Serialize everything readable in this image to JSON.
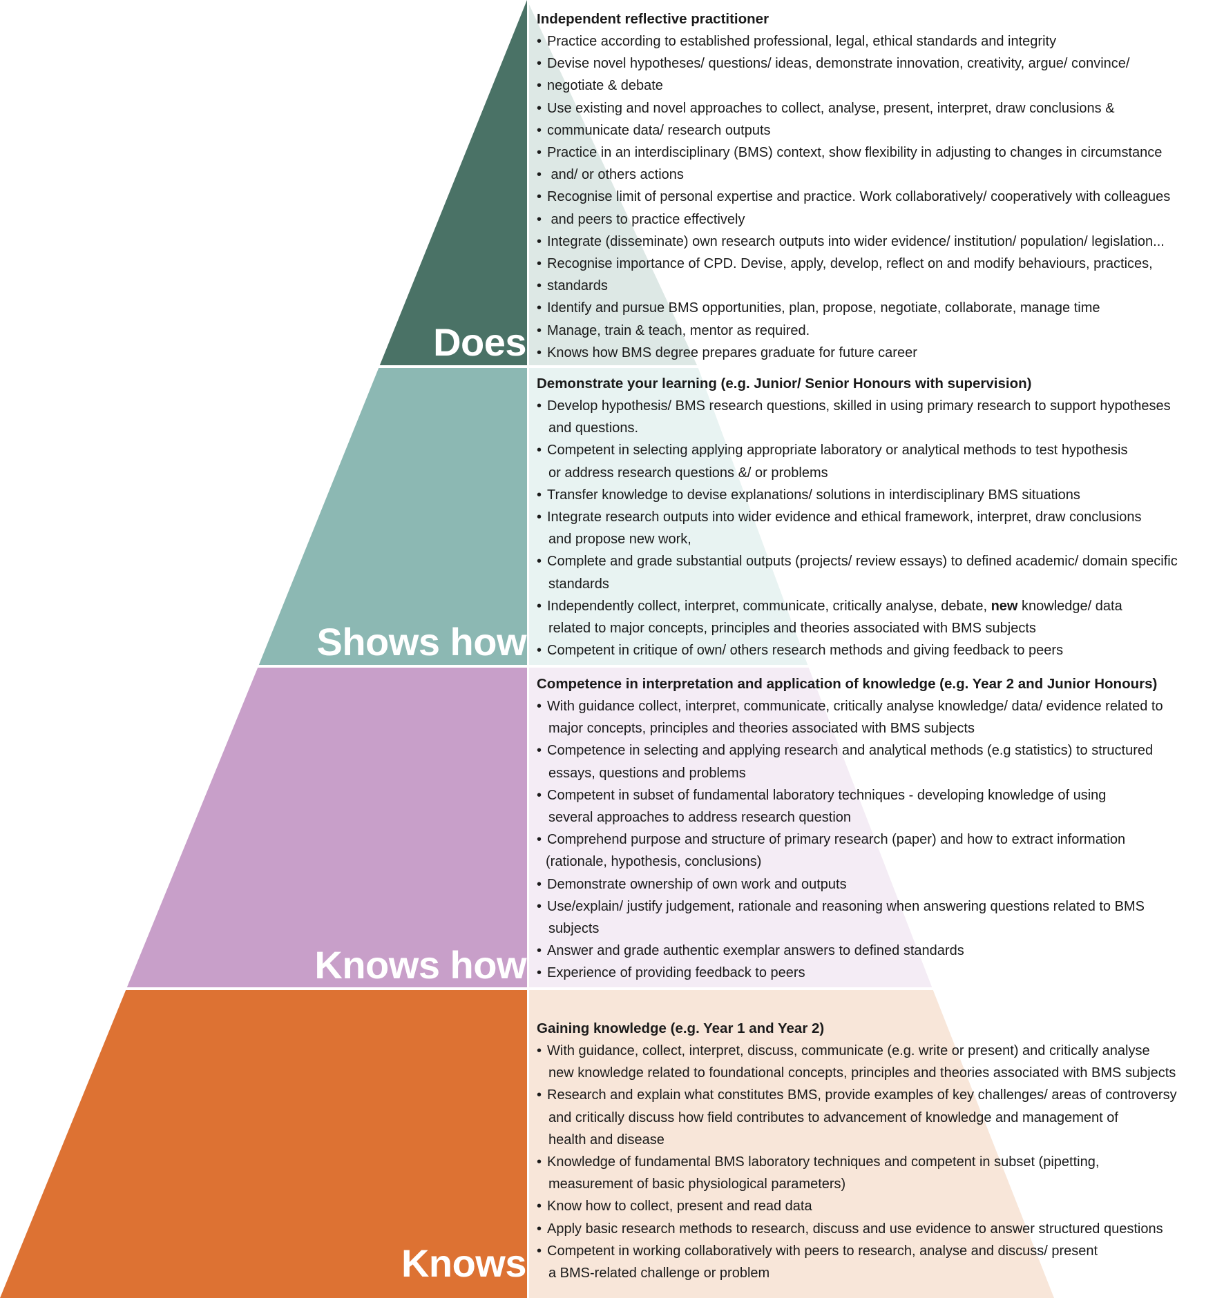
{
  "colors": {
    "does_dark": "#4a7266",
    "does_light": "#dde8e5",
    "shows_dark": "#8cb8b3",
    "shows_light": "#e8f3f2",
    "knowshow_dark": "#c89fc9",
    "knowshow_light": "#f4ecf5",
    "knows_dark": "#dd7233",
    "knows_light": "#f8e6d9"
  },
  "levels": [
    {
      "id": "does",
      "label": "Does",
      "title": "Independent reflective practitioner",
      "lines": [
        {
          "text": "Practice according to established professional, legal, ethical standards and integrity",
          "bullet": true
        },
        {
          "text": "Devise novel hypotheses/ questions/ ideas, demonstrate innovation, creativity, argue/ convince/",
          "bullet": true
        },
        {
          "text": "negotiate & debate",
          "bullet": true
        },
        {
          "text": "Use existing and novel approaches to collect, analyse, present, interpret, draw conclusions &",
          "bullet": true
        },
        {
          "text": "communicate data/ research outputs",
          "bullet": true
        },
        {
          "text": "Practice in an interdisciplinary (BMS) context, show flexibility in adjusting to changes in circumstance",
          "bullet": true
        },
        {
          "text": " and/ or others actions",
          "bullet": true
        },
        {
          "text": "Recognise limit of personal expertise and practice. Work collaboratively/ cooperatively with colleagues",
          "bullet": true
        },
        {
          "text": " and peers to practice effectively",
          "bullet": true
        },
        {
          "text": "Integrate (disseminate) own research outputs into wider evidence/ institution/ population/ legislation...",
          "bullet": true
        },
        {
          "text": "Recognise importance of CPD. Devise, apply, develop, reflect on and modify behaviours, practices,",
          "bullet": true
        },
        {
          "text": "standards",
          "bullet": true
        },
        {
          "text": "Identify and pursue BMS opportunities, plan, propose, negotiate, collaborate, manage time",
          "bullet": true
        },
        {
          "text": "Manage, train & teach, mentor as required.",
          "bullet": true
        },
        {
          "text": "Knows how BMS degree prepares graduate for future career",
          "bullet": true
        }
      ]
    },
    {
      "id": "shows-how",
      "label": "Shows how",
      "title": "Demonstrate your learning (e.g. Junior/ Senior Honours with supervision)",
      "lines": [
        {
          "text": "Develop hypothesis/ BMS research questions, skilled in using primary research to support hypotheses",
          "bullet": true
        },
        {
          "text": "and questions.",
          "bullet": false
        },
        {
          "text": "Competent in selecting applying appropriate laboratory or analytical methods to test hypothesis",
          "bullet": true
        },
        {
          "text": "or address research questions &/ or problems",
          "bullet": false
        },
        {
          "text": "Transfer knowledge to devise explanations/ solutions in interdisciplinary BMS situations",
          "bullet": true
        },
        {
          "text": "Integrate research outputs into wider evidence and ethical framework, interpret, draw conclusions",
          "bullet": true
        },
        {
          "text": "and propose new work,",
          "bullet": false
        },
        {
          "text": "Complete and grade substantial outputs (projects/ review essays) to defined academic/ domain specific",
          "bullet": true
        },
        {
          "text": "standards",
          "bullet": false
        },
        {
          "text_before": "Independently collect, interpret, communicate, critically analyse, debate, ",
          "bold": "new",
          "text_after": " knowledge/ data",
          "bullet": true
        },
        {
          "text": "related to major concepts, principles and theories associated with BMS subjects",
          "bullet": false
        },
        {
          "text": "Competent in critique of own/ others research methods and giving feedback to peers",
          "bullet": true
        }
      ]
    },
    {
      "id": "knows-how",
      "label": "Knows how",
      "title": "Competence in interpretation and application of knowledge (e.g. Year 2 and Junior Honours)",
      "lines": [
        {
          "text": "With guidance collect, interpret, communicate, critically analyse knowledge/ data/ evidence related to",
          "bullet": true
        },
        {
          "text": "major concepts, principles and theories associated with BMS subjects",
          "bullet": false
        },
        {
          "text": "Competence in selecting and applying research and analytical methods (e.g statistics) to structured",
          "bullet": true
        },
        {
          "text": "essays, questions and problems",
          "bullet": false
        },
        {
          "text": "Competent in subset of fundamental laboratory techniques - developing knowledge of using",
          "bullet": true
        },
        {
          "text": "several approaches to address research question",
          "bullet": false
        },
        {
          "text": "Comprehend purpose and structure of primary research (paper) and how to extract information",
          "bullet": true
        },
        {
          "text": "(rationale, hypothesis, conclusions)",
          "bullet": false
        },
        {
          "text": "Demonstrate ownership of own work and outputs",
          "bullet": true
        },
        {
          "text": "Use/explain/ justify judgement, rationale and reasoning when answering questions related to BMS",
          "bullet": true
        },
        {
          "text": "subjects",
          "bullet": false
        },
        {
          "text": "Answer and grade authentic exemplar answers to defined standards",
          "bullet": true
        },
        {
          "text": "Experience of providing feedback to peers",
          "bullet": true
        }
      ]
    },
    {
      "id": "knows",
      "label": "Knows",
      "title": "Gaining knowledge (e.g. Year 1 and Year 2)",
      "lines": [
        {
          "text": "With guidance, collect, interpret, discuss, communicate (e.g. write or present) and critically analyse",
          "bullet": true
        },
        {
          "text": "new knowledge related to foundational concepts, principles and theories associated with BMS subjects",
          "bullet": false
        },
        {
          "text": "Research and explain what constitutes BMS, provide examples of key challenges/ areas of controversy",
          "bullet": true
        },
        {
          "text": "and critically discuss how field contributes to advancement of knowledge and management of",
          "bullet": false
        },
        {
          "text": "health and disease",
          "bullet": false
        },
        {
          "text": "Knowledge of fundamental BMS laboratory techniques and competent in subset (pipetting,",
          "bullet": true
        },
        {
          "text": "measurement of basic physiological parameters)",
          "bullet": false
        },
        {
          "text": "Know how to collect, present and read data",
          "bullet": true
        },
        {
          "text": "Apply basic research methods to research, discuss and use evidence to answer structured questions",
          "bullet": true
        },
        {
          "text": "Competent in working collaboratively with peers to research, analyse and discuss/ present",
          "bullet": true
        },
        {
          "text": "a BMS-related challenge or problem",
          "bullet": false
        }
      ]
    }
  ]
}
